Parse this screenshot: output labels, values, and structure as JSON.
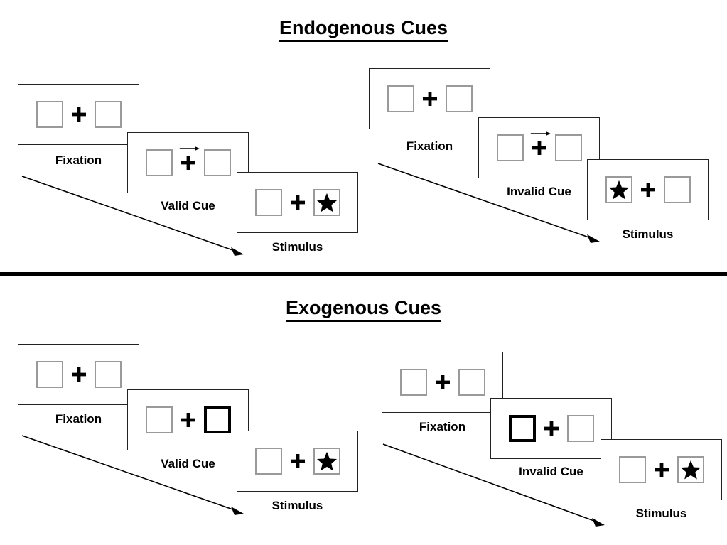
{
  "figure": {
    "background_color": "#ffffff",
    "line_color": "#222222",
    "slot_color": "#9a9a9a",
    "accent_color": "#000000"
  },
  "sections": [
    {
      "id": "endogenous",
      "title": "Endogenous Cues",
      "groups": [
        {
          "id": "endogenous-valid",
          "frames": [
            {
              "id": "fixation",
              "label": "Fixation",
              "cue": "none",
              "target": "none"
            },
            {
              "id": "cue",
              "label": "Valid Cue",
              "cue": "arrow-right",
              "target": "none"
            },
            {
              "id": "stimulus",
              "label": "Stimulus",
              "cue": "none",
              "target": "right"
            }
          ]
        },
        {
          "id": "endogenous-invalid",
          "frames": [
            {
              "id": "fixation",
              "label": "Fixation",
              "cue": "none",
              "target": "none"
            },
            {
              "id": "cue",
              "label": "Invalid Cue",
              "cue": "arrow-right",
              "target": "none"
            },
            {
              "id": "stimulus",
              "label": "Stimulus",
              "cue": "none",
              "target": "left"
            }
          ]
        }
      ]
    },
    {
      "id": "exogenous",
      "title": "Exogenous Cues",
      "groups": [
        {
          "id": "exogenous-valid",
          "frames": [
            {
              "id": "fixation",
              "label": "Fixation",
              "cue": "none",
              "target": "none"
            },
            {
              "id": "cue",
              "label": "Valid Cue",
              "cue": "box-right",
              "target": "none"
            },
            {
              "id": "stimulus",
              "label": "Stimulus",
              "cue": "none",
              "target": "right"
            }
          ]
        },
        {
          "id": "exogenous-invalid",
          "frames": [
            {
              "id": "fixation",
              "label": "Fixation",
              "cue": "none",
              "target": "none"
            },
            {
              "id": "cue",
              "label": "Invalid Cue",
              "cue": "box-left",
              "target": "none"
            },
            {
              "id": "stimulus",
              "label": "Stimulus",
              "cue": "none",
              "target": "right"
            }
          ]
        }
      ]
    }
  ],
  "icons": {
    "fixation_cross": "plus-icon",
    "target": "star-icon",
    "cue_arrow": "arrow-right-icon",
    "time_flow": "time-arrow-icon"
  }
}
